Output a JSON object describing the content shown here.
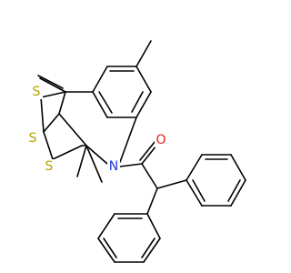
{
  "molecule": {
    "atoms": {
      "S_thione": {
        "symbol": "S",
        "color": "#B2A000"
      },
      "S_ring_1": {
        "symbol": "S",
        "color": "#B2A000"
      },
      "S_ring_2": {
        "symbol": "S",
        "color": "#B2A000"
      },
      "N": {
        "symbol": "N",
        "color": "#1F3DE0"
      },
      "O": {
        "symbol": "O",
        "color": "#E0201B"
      }
    }
  }
}
